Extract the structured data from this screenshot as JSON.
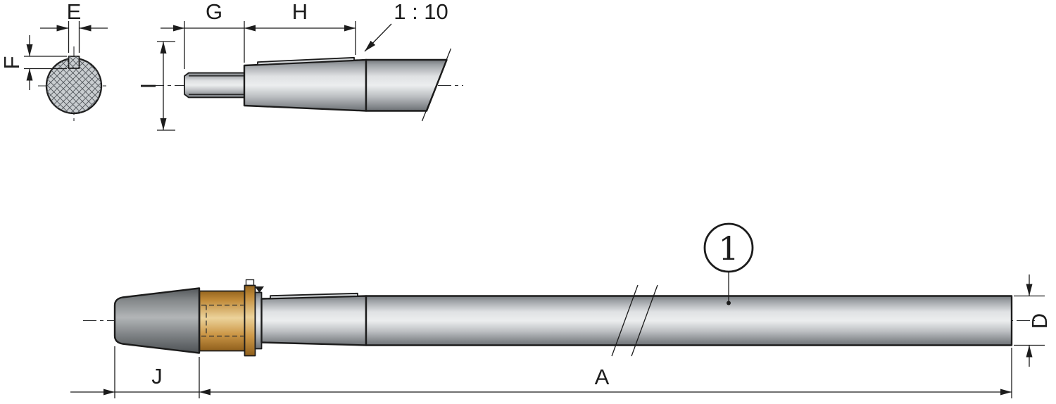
{
  "views": {
    "cross_section": {
      "dim_e": "E",
      "dim_f": "F"
    },
    "shaft_end": {
      "dim_g": "G",
      "dim_h": "H",
      "dim_i": "I",
      "taper_note": "1 : 10"
    },
    "full_shaft": {
      "dim_j": "J",
      "dim_a": "A",
      "dim_d": "D",
      "balloon_1": "1"
    }
  },
  "colors": {
    "outline": "#1c1c1c",
    "steel_light": "#eceeef",
    "steel_mid": "#c0c3c6",
    "steel_dark": "#74787c",
    "cone_gray": "#7e8285",
    "brass_light": "#ecd39b",
    "brass_mid": "#c08a38",
    "brass_dark": "#8f5f1c"
  }
}
